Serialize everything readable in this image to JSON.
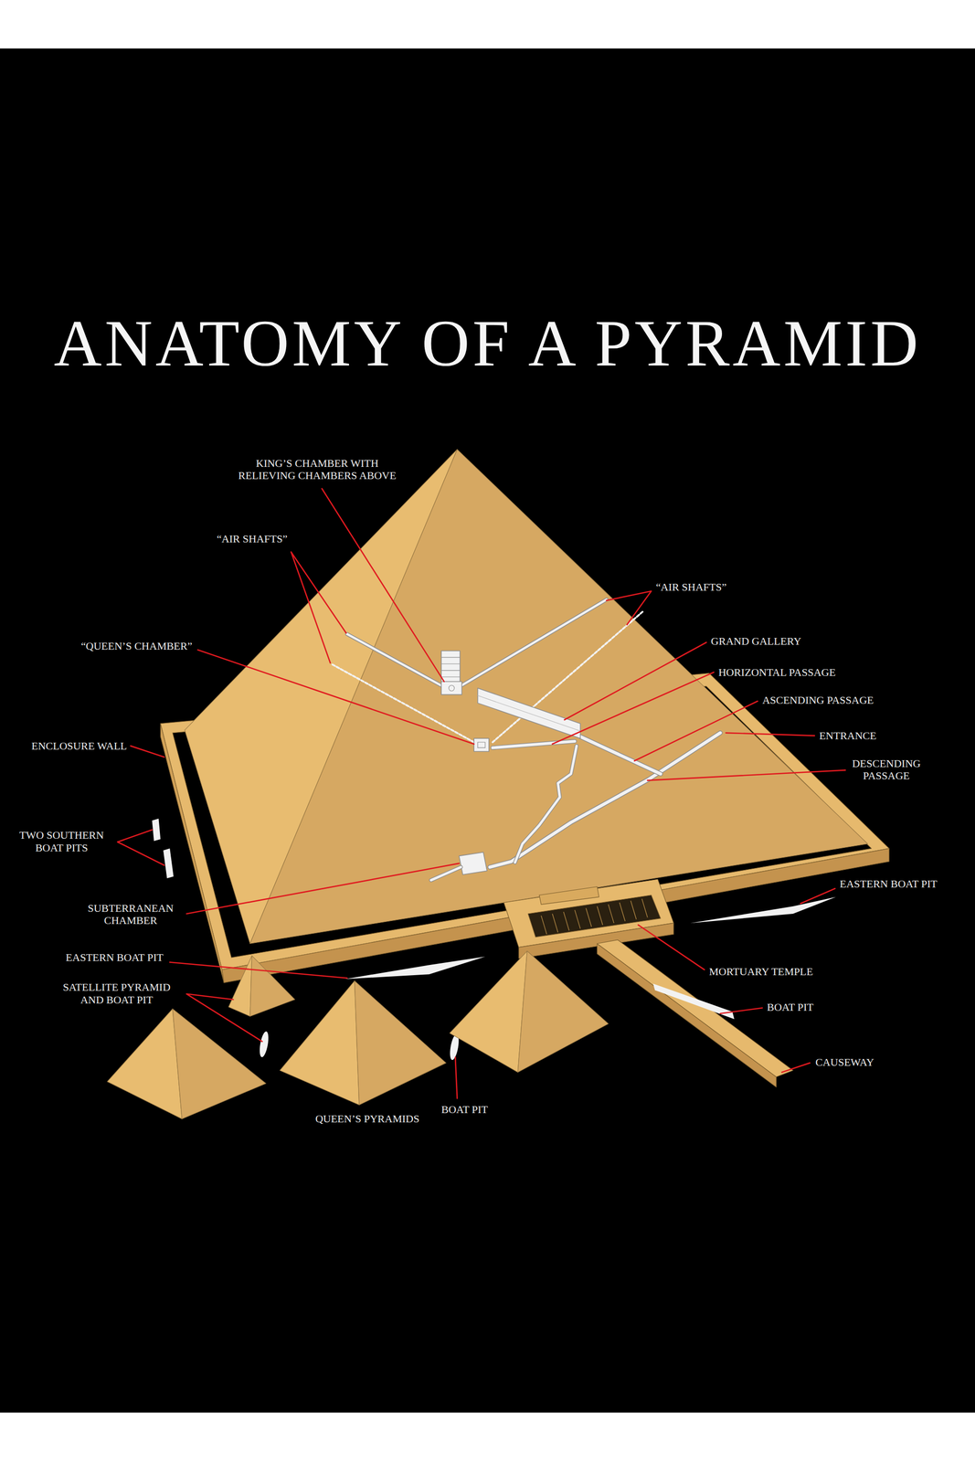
{
  "diagram": {
    "title": "ANATOMY OF A PYRAMID",
    "labels": [
      "KING’S CHAMBER WITH RELIEVING CHAMBERS ABOVE",
      "“AIR SHAFTS”",
      "“AIR SHAFTS”",
      "“QUEEN’S CHAMBER”",
      "GRAND GALLERY",
      "HORIZONTAL PASSAGE",
      "ASCENDING PASSAGE",
      "ENCLOSURE WALL",
      "ENTRANCE",
      "DESCENDING PASSAGE",
      "TWO SOUTHERN BOAT PITS",
      "EASTERN BOAT PIT",
      "SUBTERRANEAN CHAMBER",
      "EASTERN BOAT PIT",
      "MORTUARY TEMPLE",
      "SATELLITE PYRAMID AND BOAT PIT",
      "BOAT PIT",
      "CAUSEWAY",
      "BOAT PIT",
      "QUEEN’S PYRAMIDS"
    ]
  }
}
